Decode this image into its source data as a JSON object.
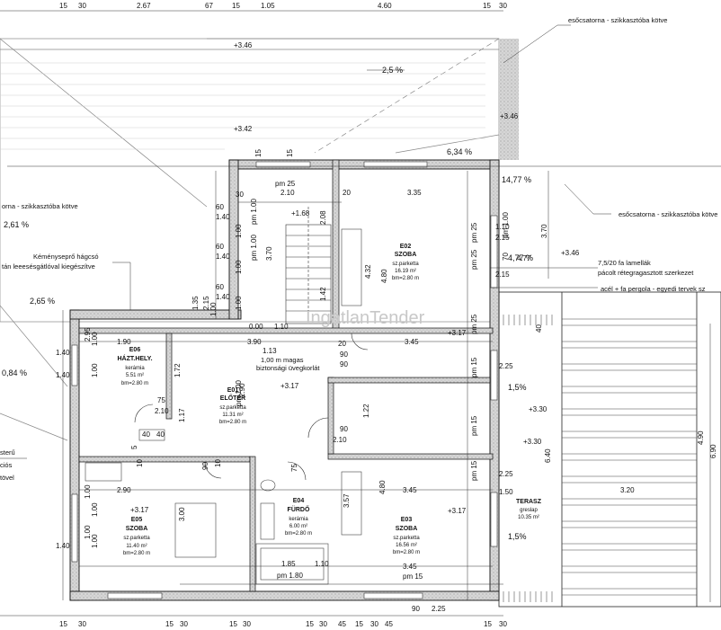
{
  "rooms": {
    "e01": {
      "code": "E01",
      "name": "ELŐTÉR",
      "floor": "sz.parketta",
      "area": "11.31 m²",
      "height": "bm=2.80 m"
    },
    "e02": {
      "code": "E02",
      "name": "SZOBA",
      "floor": "sz.parketta",
      "area": "16.19 m²",
      "height": "bm=2.80 m"
    },
    "e03": {
      "code": "E03",
      "name": "SZOBA",
      "floor": "sz.parketta",
      "area": "16.56 m²",
      "height": "bm=2.80 m"
    },
    "e04": {
      "code": "E04",
      "name": "FÜRDŐ",
      "floor": "kerámia",
      "area": "6.00 m²",
      "height": "bm=2.80 m"
    },
    "e05": {
      "code": "E05",
      "name": "SZOBA",
      "floor": "sz.parketta",
      "area": "11.40 m²",
      "height": "bm=2.80 m"
    },
    "e06": {
      "code": "E06",
      "name": "HÁZT.HELY.",
      "floor": "kerámia",
      "area": "5.51 m²",
      "height": "bm=2.80 m"
    },
    "terasz": {
      "name": "TERASZ",
      "floor": "greslap",
      "area": "10.35 m²"
    }
  },
  "annotations": {
    "gutter_top": "esőcsatorna - szikkasztóba kötve",
    "gutter_right": "esőcsatorna - szikkasztóba kötve",
    "gutter_left": "orna - szikkasztóba kötve",
    "chimney_line1": "Kéményseprő hágcsó",
    "chimney_line2": "tán leeesésgátlóval kiegészítve",
    "lamella_line1": "7,5/20  fa lamellák",
    "lamella_line2": "pácolt rétegragasztott szerkezet",
    "pergola": "acél + fa pergola - egyedi tervek sz",
    "railing_line1": "1,00 m magas",
    "railing_line2": "biztonsági üvegkorlát",
    "left_cut1": "sterű",
    "left_cut2": "ciós",
    "left_cut3": "tövel",
    "watermark": "IngatlanTender"
  },
  "slopes": [
    "2,5 %",
    "6,34 %",
    "14,77 %",
    "4,77 %",
    "2,61 %",
    "2,65 %",
    "0,84 %",
    "1,5%",
    "1,5%"
  ],
  "levels": [
    "+3.46",
    "+3.42",
    "+3.46",
    "+1.68",
    "+3.46",
    "+3.17",
    "+3.17",
    "+3.17",
    "+3.17",
    "+3.30",
    "+3.30"
  ],
  "top_dims": [
    "15",
    "30",
    "2.67",
    "67",
    "15",
    "1.05",
    "4.60",
    "15",
    "30"
  ],
  "bottom_dims": [
    "15",
    "30",
    "15",
    "30",
    "15",
    "30",
    "15",
    "30",
    "45",
    "15",
    "30",
    "45",
    "90",
    "2.25",
    "15",
    "30"
  ],
  "right_dims": [
    "4.90",
    "6.90",
    "3.70"
  ],
  "dims": [
    "2.10",
    "pm 25",
    "3.35",
    "pm 1.00",
    "pm 1.00",
    "pm 25",
    "3.70",
    "2.08",
    "1.42",
    "4.32",
    "4.80",
    "pm 25",
    "1.10",
    "2.15",
    "2.15",
    "0.00",
    "1.10",
    "3.90",
    "1.13",
    "3.45",
    "1.90",
    "2.10",
    "1.72",
    "2.90",
    "2.10",
    "1.22",
    "3.45",
    "2.90",
    "3.00",
    "1.85",
    "1.10",
    "3.45",
    "pm 1.80",
    "pm 15",
    "4.80",
    "3.57",
    "pm 25",
    "pm 15",
    "pm 15",
    "pm 15",
    "3.20",
    "2.25",
    "1.50",
    "2.25",
    "6.40",
    "1.17",
    "1.00",
    "1.00",
    "1.35",
    "2.15",
    "4.77",
    "90",
    "90",
    "75",
    "90",
    "75",
    "90",
    "60",
    "60",
    "60",
    "40",
    "30",
    "20",
    "15",
    "15",
    "10",
    "10",
    "5",
    "40",
    "1.40",
    "1.40",
    "1.40",
    "1.40",
    "1.40",
    "1.40",
    "1.00",
    "1.00",
    "1.00",
    "1.00",
    "1.00",
    "1.00",
    "1.00",
    "1.00",
    "2.95",
    "20",
    "40",
    "70",
    "pm 1.00",
    "pm 1.00"
  ]
}
